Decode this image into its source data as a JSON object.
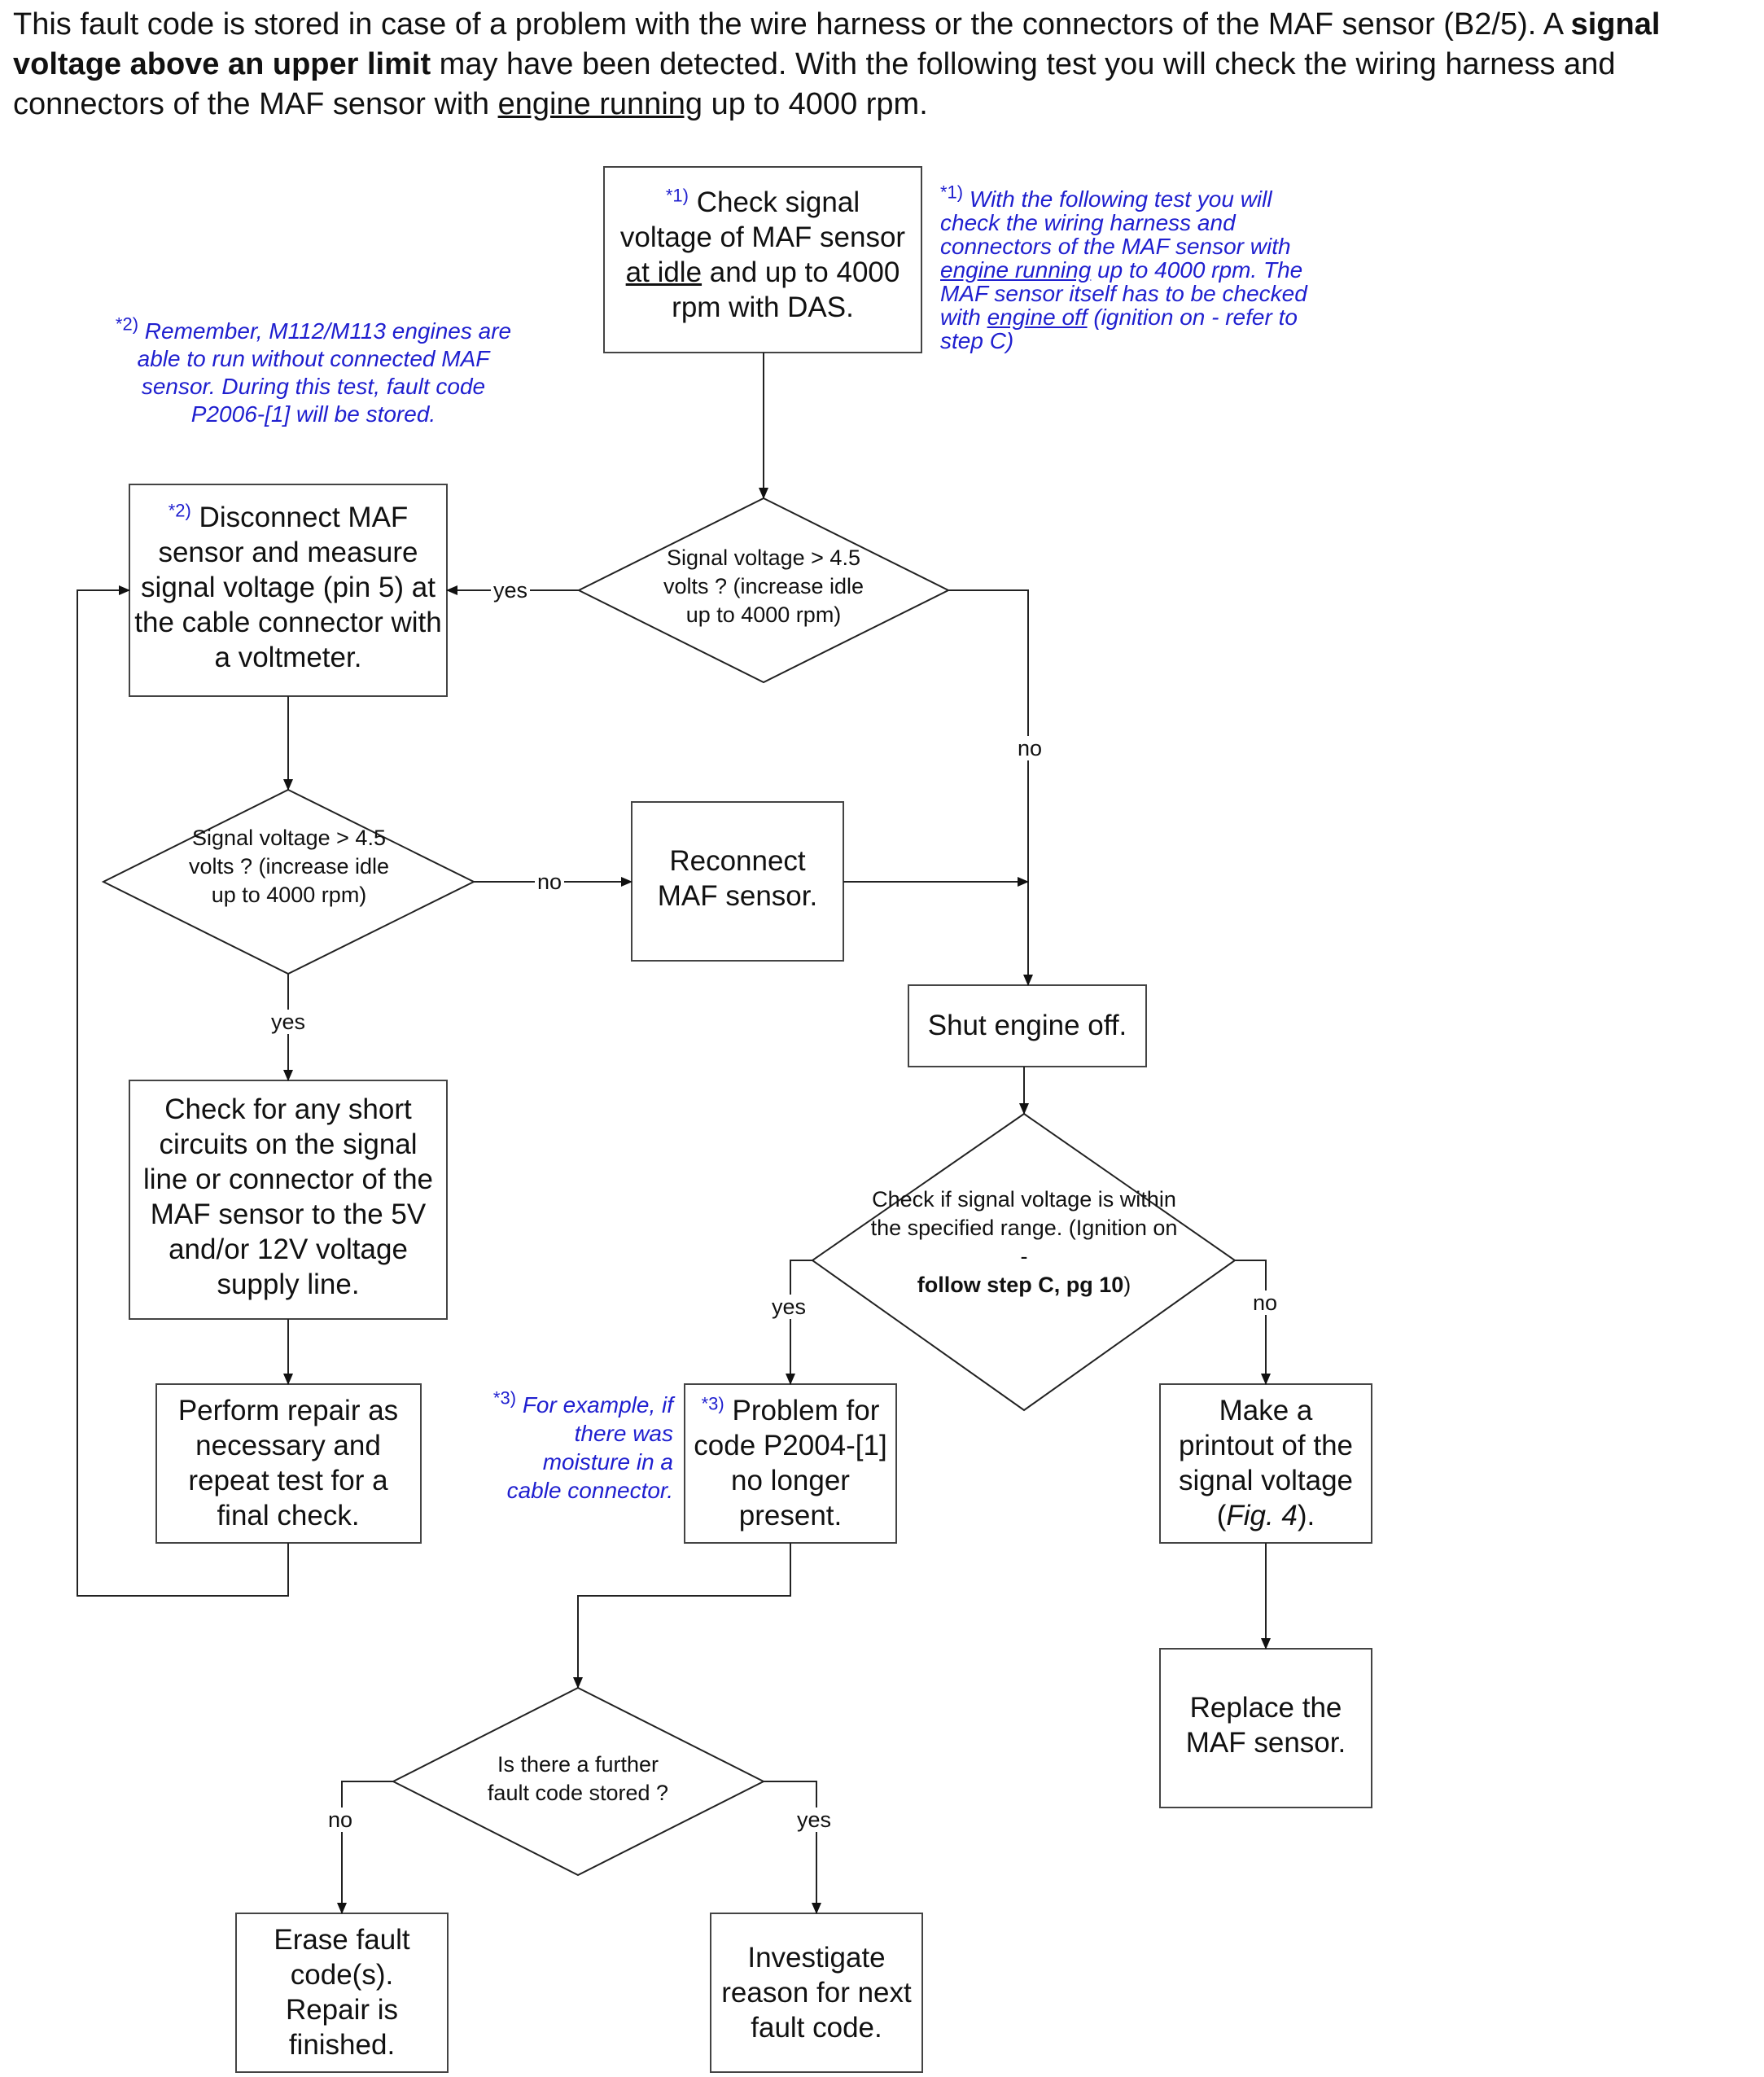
{
  "intro": {
    "p1": "This fault code is stored in case of a problem with the wire harness or the connectors of the  MAF sensor (B2/5). A ",
    "bold": "signal voltage above an upper limit",
    "p2": " may have been detected. With the following test you will check the wiring harness and connectors of the  MAF sensor with ",
    "underline": "engine running",
    "p3": " up to 4000 rpm."
  },
  "boxes": {
    "check_signal": {
      "mark": "*1)",
      "l1": " Check signal",
      "l2": "voltage of  MAF sensor",
      "u": "at idle",
      "l3": " and up to 4000",
      "l4": "rpm with DAS."
    },
    "disconnect": {
      "mark": "*2)",
      "l1": " Disconnect  MAF",
      "rest": "sensor and measure signal voltage (pin 5) at the cable connector with a voltmeter."
    },
    "reconnect": "Reconnect MAF sensor.",
    "shut_off": "Shut engine off.",
    "short_circuits": "Check for any short circuits on the signal line or connector of the MAF sensor to the 5V and/or 12V voltage supply line.",
    "perform_repair": "Perform repair as necessary and repeat test  for a final check.",
    "problem": {
      "mark": "*3)",
      "l1": " Problem for",
      "rest": "code P2004-[1] no longer present."
    },
    "printout": {
      "l1": "Make a printout of the signal voltage",
      "fig": "Fig. 4",
      "end": ")."
    },
    "replace": "Replace the MAF sensor.",
    "erase": "Erase fault code(s). Repair is finished.",
    "investigate": "Investigate reason for next fault code."
  },
  "diamonds": {
    "d1": "Signal voltage > 4.5 volts ? (increase idle up to 4000 rpm)",
    "d2": "Signal voltage > 4.5 volts ? (increase idle up to 4000 rpm)",
    "d3": {
      "text": "Check if signal voltage is within the specified range. (Ignition on -",
      "bold": "follow step C, pg 10",
      "end": ")"
    },
    "d4": "Is there a further fault code stored ?"
  },
  "labels": {
    "yes": "yes",
    "no": "no"
  },
  "notes": {
    "n1": {
      "mark": "*1)",
      "a": " With the following test you will check the wiring harness and connectors of the  MAF sensor with ",
      "u1": "engine running",
      "b": " up to 4000 rpm. The  MAF sensor itself has to be checked with ",
      "u2": "engine off",
      "c": " (ignition on - refer to step C)"
    },
    "n2": {
      "mark": "*2)",
      "text": " Remember, M112/M113 engines are able to run without connected MAF sensor. During this test, fault code P2006-[1] will be stored."
    },
    "n3": {
      "mark": "*3)",
      "text": " For example, if there was moisture in a cable connector."
    }
  },
  "colors": {
    "note": "#1f1fcf"
  }
}
